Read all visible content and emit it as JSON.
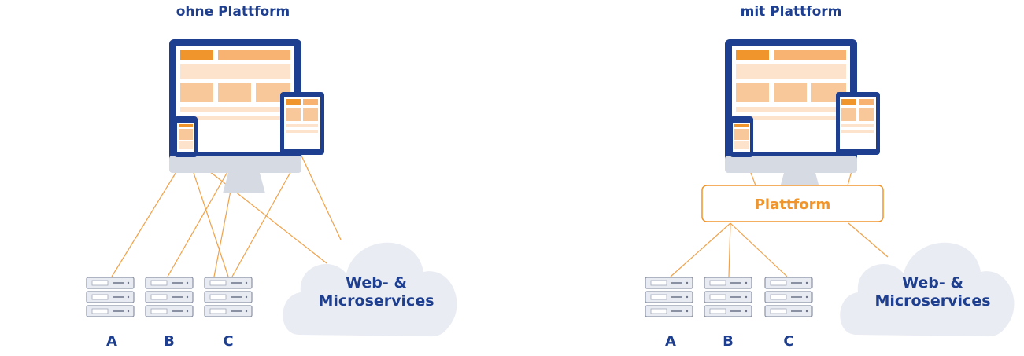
{
  "diagrams": [
    {
      "title": "ohne Plattform",
      "cloud_label_line1": "Web- &",
      "cloud_label_line2": "Microservices",
      "servers": [
        "A",
        "B",
        "C"
      ]
    },
    {
      "title": "mit Plattform",
      "platform_label": "Plattform",
      "cloud_label_line1": "Web- &",
      "cloud_label_line2": "Microservices",
      "servers": [
        "A",
        "B",
        "C"
      ]
    }
  ],
  "colors": {
    "navy": "#1e3f8f",
    "orange": "#f0952b",
    "orange_light": "#f8c89a",
    "orange_pale": "#fde3cc",
    "cloud": "#e9ecf3",
    "server_fill": "#e8ebf1",
    "server_stroke": "#8b93a7"
  }
}
